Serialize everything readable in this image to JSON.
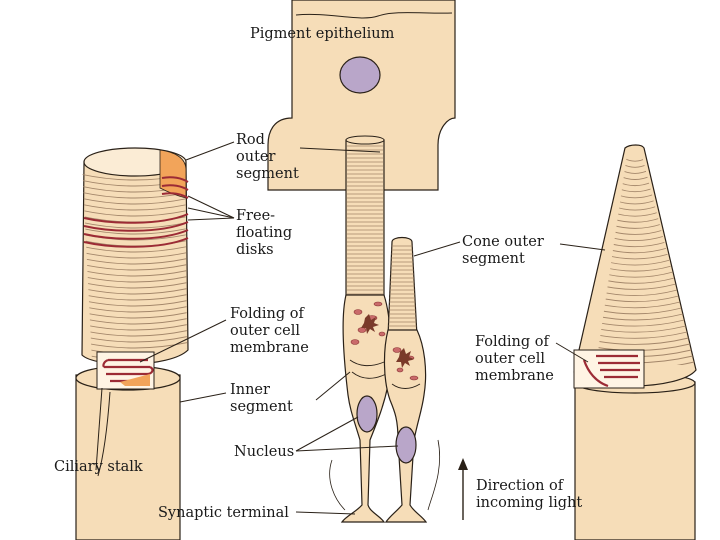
{
  "labels": {
    "pigment_epithelium": "Pigment epithelium",
    "rod_outer_segment": "Rod\nouter\nsegment",
    "free_floating_disks": "Free-\nfloating\ndisks",
    "cone_outer_segment": "Cone outer\nsegment",
    "folding_left": "Folding of\nouter cell\nmembrane",
    "folding_right": "Folding of\nouter cell\nmembrane",
    "inner_segment": "Inner\nsegment",
    "nucleus": "Nucleus",
    "ciliary_stalk": "Ciliary stalk",
    "synaptic_terminal": "Synaptic terminal",
    "direction_of_light": "Direction of\nincoming light"
  },
  "colors": {
    "cell_fill": "#f6ddb8",
    "outline": "#2a2118",
    "disk_line": "#a3866a",
    "membrane_red": "#9c2b35",
    "nucleus_fill": "#b9a6c9",
    "mitochondria": "#c96a6a",
    "pigment_orange": "#f2a45a"
  }
}
